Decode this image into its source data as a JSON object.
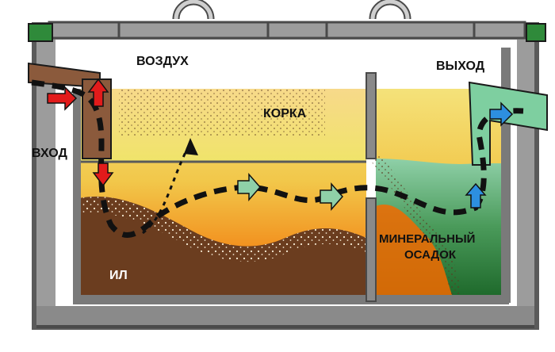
{
  "labels": {
    "air": "ВОЗДУХ",
    "inlet": "ВХОД",
    "outlet": "ВЫХОД",
    "crust": "КОРКА",
    "sludge": "ИЛ",
    "mineral_line1": "МИНЕРАЛЬНЫЙ",
    "mineral_line2": "ОСАДОК"
  },
  "colors": {
    "tank_wall": "#8c8c8c",
    "tank_wall_dark": "#4a4a4a",
    "crust_top": "#f6d77a",
    "liquid_top": "#f0e070",
    "liquid_bottom": "#f26a00",
    "sludge": "#6b3d1f",
    "mineral_sediment": "#2e7a3c",
    "outlet_pipe": "#7ecfa0",
    "inlet_pipe": "#8b5a3c",
    "inflow_arrow": "#e21b1b",
    "midflow_arrow": "#8fd0a8",
    "outflow_arrow": "#2d8fe0",
    "cap_green": "#2f8a3a"
  },
  "icons": [
    "lifting-ring-icon",
    "flow-arrow-icon",
    "cap-icon"
  ]
}
